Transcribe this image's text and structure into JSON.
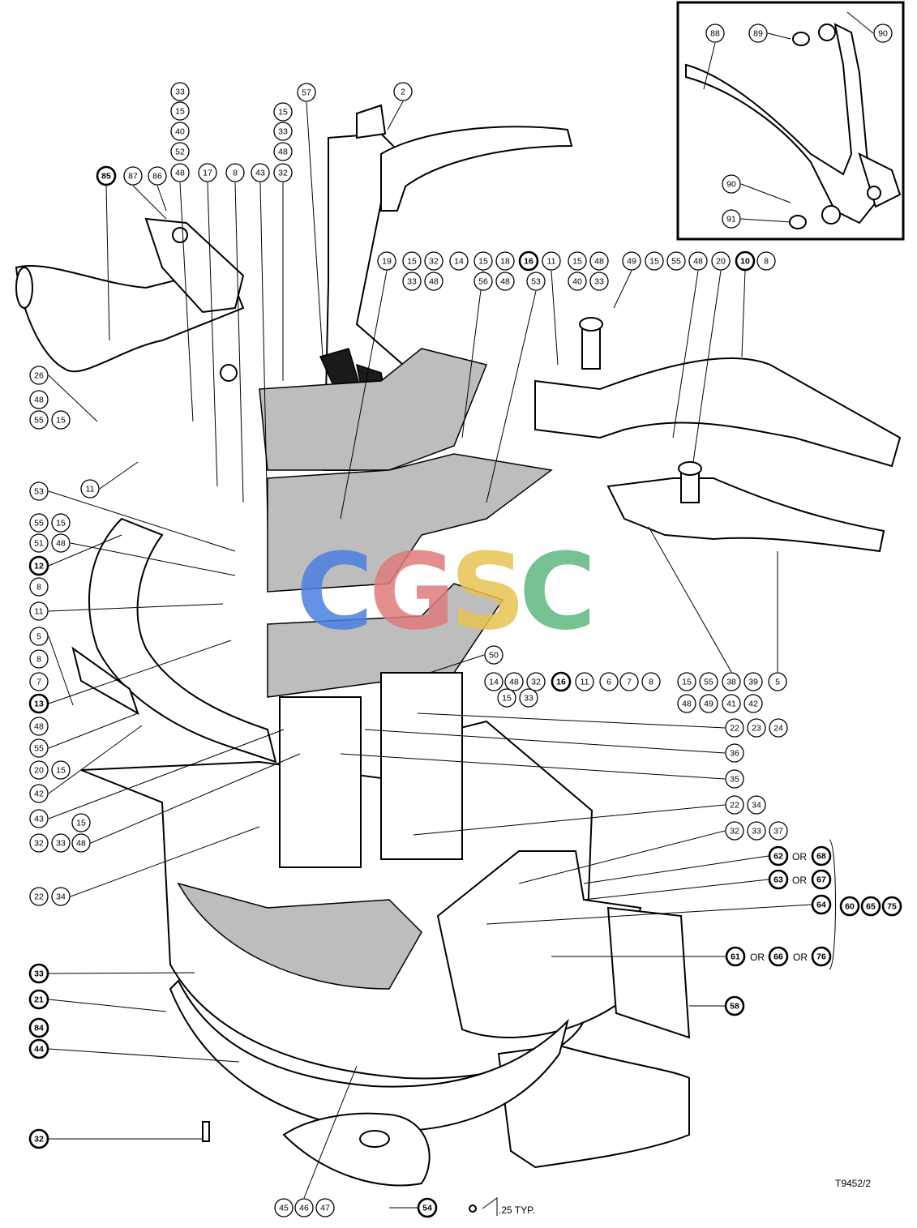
{
  "drawing_code": "T9452/2",
  "note": ".25 TYP.",
  "or_word": "OR",
  "watermark": "CGSC",
  "callouts": [
    {
      "id": "c01",
      "t": "33"
    },
    {
      "id": "c02",
      "t": "15"
    },
    {
      "id": "c03",
      "t": "40"
    },
    {
      "id": "c04",
      "t": "52"
    },
    {
      "id": "c05",
      "t": "48"
    },
    {
      "id": "c06",
      "t": "57"
    },
    {
      "id": "c07",
      "t": "2"
    },
    {
      "id": "c08",
      "t": "15"
    },
    {
      "id": "c09",
      "t": "33"
    },
    {
      "id": "c10",
      "t": "48"
    },
    {
      "id": "c11",
      "t": "32"
    },
    {
      "id": "c12",
      "t": "85"
    },
    {
      "id": "c13",
      "t": "87"
    },
    {
      "id": "c14",
      "t": "86"
    },
    {
      "id": "c15",
      "t": "17"
    },
    {
      "id": "c16",
      "t": "8"
    },
    {
      "id": "c17",
      "t": "43"
    },
    {
      "id": "c18",
      "t": "19"
    },
    {
      "id": "c19",
      "t": "15"
    },
    {
      "id": "c20",
      "t": "32"
    },
    {
      "id": "c21",
      "t": "33"
    },
    {
      "id": "c22",
      "t": "48"
    },
    {
      "id": "c23",
      "t": "14"
    },
    {
      "id": "c24",
      "t": "15"
    },
    {
      "id": "c25",
      "t": "18"
    },
    {
      "id": "c26",
      "t": "56"
    },
    {
      "id": "c27",
      "t": "48"
    },
    {
      "id": "c28",
      "t": "16"
    },
    {
      "id": "c29",
      "t": "11"
    },
    {
      "id": "c30",
      "t": "53"
    },
    {
      "id": "c31",
      "t": "15"
    },
    {
      "id": "c32",
      "t": "48"
    },
    {
      "id": "c33",
      "t": "40"
    },
    {
      "id": "c34",
      "t": "33"
    },
    {
      "id": "c35",
      "t": "49"
    },
    {
      "id": "c36",
      "t": "15"
    },
    {
      "id": "c37",
      "t": "55"
    },
    {
      "id": "c38",
      "t": "48"
    },
    {
      "id": "c39",
      "t": "20"
    },
    {
      "id": "c40",
      "t": "10"
    },
    {
      "id": "c41",
      "t": "8"
    },
    {
      "id": "c42",
      "t": "26"
    },
    {
      "id": "c43",
      "t": "48"
    },
    {
      "id": "c44",
      "t": "55"
    },
    {
      "id": "c45",
      "t": "15"
    },
    {
      "id": "c46",
      "t": "11"
    },
    {
      "id": "c47",
      "t": "53"
    },
    {
      "id": "c48",
      "t": "55"
    },
    {
      "id": "c49",
      "t": "15"
    },
    {
      "id": "c50",
      "t": "51"
    },
    {
      "id": "c51",
      "t": "48"
    },
    {
      "id": "c52",
      "t": "12"
    },
    {
      "id": "c53",
      "t": "8"
    },
    {
      "id": "c54",
      "t": "11"
    },
    {
      "id": "c55",
      "t": "5"
    },
    {
      "id": "c56",
      "t": "8"
    },
    {
      "id": "c57",
      "t": "7"
    },
    {
      "id": "c58",
      "t": "13"
    },
    {
      "id": "c59",
      "t": "48"
    },
    {
      "id": "c60",
      "t": "55"
    },
    {
      "id": "c61",
      "t": "20"
    },
    {
      "id": "c62",
      "t": "15"
    },
    {
      "id": "c63",
      "t": "42"
    },
    {
      "id": "c64",
      "t": "43"
    },
    {
      "id": "c65",
      "t": "32"
    },
    {
      "id": "c66",
      "t": "33"
    },
    {
      "id": "c67",
      "t": "15"
    },
    {
      "id": "c68",
      "t": "48"
    },
    {
      "id": "c69",
      "t": "22"
    },
    {
      "id": "c70",
      "t": "34"
    },
    {
      "id": "c71",
      "t": "50"
    },
    {
      "id": "c72",
      "t": "14"
    },
    {
      "id": "c73",
      "t": "48"
    },
    {
      "id": "c74",
      "t": "32"
    },
    {
      "id": "c75",
      "t": "15"
    },
    {
      "id": "c76",
      "t": "33"
    },
    {
      "id": "c77",
      "t": "16"
    },
    {
      "id": "c78",
      "t": "11"
    },
    {
      "id": "c79",
      "t": "6"
    },
    {
      "id": "c80",
      "t": "7"
    },
    {
      "id": "c81",
      "t": "8"
    },
    {
      "id": "c82",
      "t": "15"
    },
    {
      "id": "c83",
      "t": "55"
    },
    {
      "id": "c84",
      "t": "38"
    },
    {
      "id": "c85",
      "t": "39"
    },
    {
      "id": "c86",
      "t": "48"
    },
    {
      "id": "c87",
      "t": "49"
    },
    {
      "id": "c88",
      "t": "41"
    },
    {
      "id": "c89",
      "t": "42"
    },
    {
      "id": "c90",
      "t": "5"
    },
    {
      "id": "c91",
      "t": "22"
    },
    {
      "id": "c92",
      "t": "23"
    },
    {
      "id": "c93",
      "t": "24"
    },
    {
      "id": "c94",
      "t": "36"
    },
    {
      "id": "c95",
      "t": "35"
    },
    {
      "id": "c96",
      "t": "22"
    },
    {
      "id": "c97",
      "t": "34"
    },
    {
      "id": "c98",
      "t": "32"
    },
    {
      "id": "c99",
      "t": "33"
    },
    {
      "id": "c100",
      "t": "37"
    },
    {
      "id": "c101",
      "t": "62"
    },
    {
      "id": "c102",
      "t": "68"
    },
    {
      "id": "c103",
      "t": "63"
    },
    {
      "id": "c104",
      "t": "67"
    },
    {
      "id": "c105",
      "t": "64"
    },
    {
      "id": "c106",
      "t": "60"
    },
    {
      "id": "c107",
      "t": "65"
    },
    {
      "id": "c108",
      "t": "75"
    },
    {
      "id": "c109",
      "t": "61"
    },
    {
      "id": "c110",
      "t": "66"
    },
    {
      "id": "c111",
      "t": "76"
    },
    {
      "id": "c112",
      "t": "58"
    },
    {
      "id": "c113",
      "t": "33"
    },
    {
      "id": "c114",
      "t": "21"
    },
    {
      "id": "c115",
      "t": "84"
    },
    {
      "id": "c116",
      "t": "44"
    },
    {
      "id": "c117",
      "t": "32"
    },
    {
      "id": "c118",
      "t": "45"
    },
    {
      "id": "c119",
      "t": "46"
    },
    {
      "id": "c120",
      "t": "47"
    },
    {
      "id": "c121",
      "t": "54"
    },
    {
      "id": "c122",
      "t": "88"
    },
    {
      "id": "c123",
      "t": "89"
    },
    {
      "id": "c124",
      "t": "90"
    },
    {
      "id": "c125",
      "t": "90"
    },
    {
      "id": "c126",
      "t": "91"
    }
  ]
}
